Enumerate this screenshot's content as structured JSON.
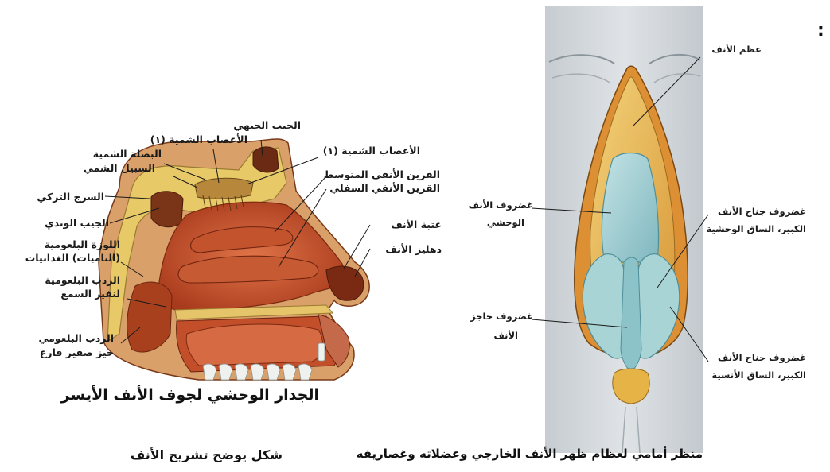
{
  "corner_mark": ":",
  "left_figure": {
    "labels": {
      "frontal_sinus": "الجيب الجبهي",
      "olfactory_nerves_a": "الأعصاب الشمية (١)",
      "olfactory_bulb": "البصلة الشمية",
      "olfactory_tract": "السبيل الشمي",
      "olfactory_nerves_b": "الأعصاب الشمية (١)",
      "middle_concha": "القرين الأنفي المتوسط",
      "inferior_concha": "القرين الأنفي السفلي",
      "sella_turcica": "السرج التركي",
      "sphenoid_sinus": "الجيب الوتدي",
      "nasal_threshold": "عتبة الأنف",
      "pharyngeal_tonsil_1": "اللوزة البلعومية",
      "pharyngeal_tonsil_2": "(الناميات) الغدانيات",
      "nasal_vestibule": "دهليز الأنف",
      "pharyngeal_recess_1": "الردب البلعومية",
      "pharyngeal_recess_2": "لنفير السمع",
      "pharyngeal_recess_b1": "الردب البلعومي",
      "pharyngeal_recess_b2": "حيز صفير فارغ"
    },
    "title": "الجدار الوحشي لجوف الأنف الأيسر"
  },
  "right_figure": {
    "labels": {
      "nasal_bone": "عظم الأنف",
      "lateral_cartilage_1": "غضروف الأنف",
      "lateral_cartilage_2": "الوحشي",
      "alar_lateral_1": "غضروف جناح الأنف",
      "alar_lateral_2": "الكبير، الساق الوحشية",
      "septal_cartilage_1": "غضروف حاجز",
      "septal_cartilage_2": "الأنف",
      "alar_medial_1": "غضروف جناح الأنف",
      "alar_medial_2": "الكبير، الساق الأنسية"
    },
    "title": "منظر أمامي لعظام ظهر الأنف الخارجي وعضلاته وغضاريفه"
  },
  "caption": "شكل يوضح تشريح الأنف",
  "colors": {
    "flesh": "#c4582e",
    "flesh_dark": "#8a2e14",
    "mucosa": "#d9643a",
    "bone": "#e3c871",
    "bone_dark": "#a9883a",
    "cartilage": "#9fcfd3",
    "cartilage_dark": "#4f8e98",
    "skin": "#d6dbdf",
    "skin_dark": "#9aa3aa",
    "nasal_bone": "#e7b24f",
    "teeth": "#eef1ee"
  }
}
